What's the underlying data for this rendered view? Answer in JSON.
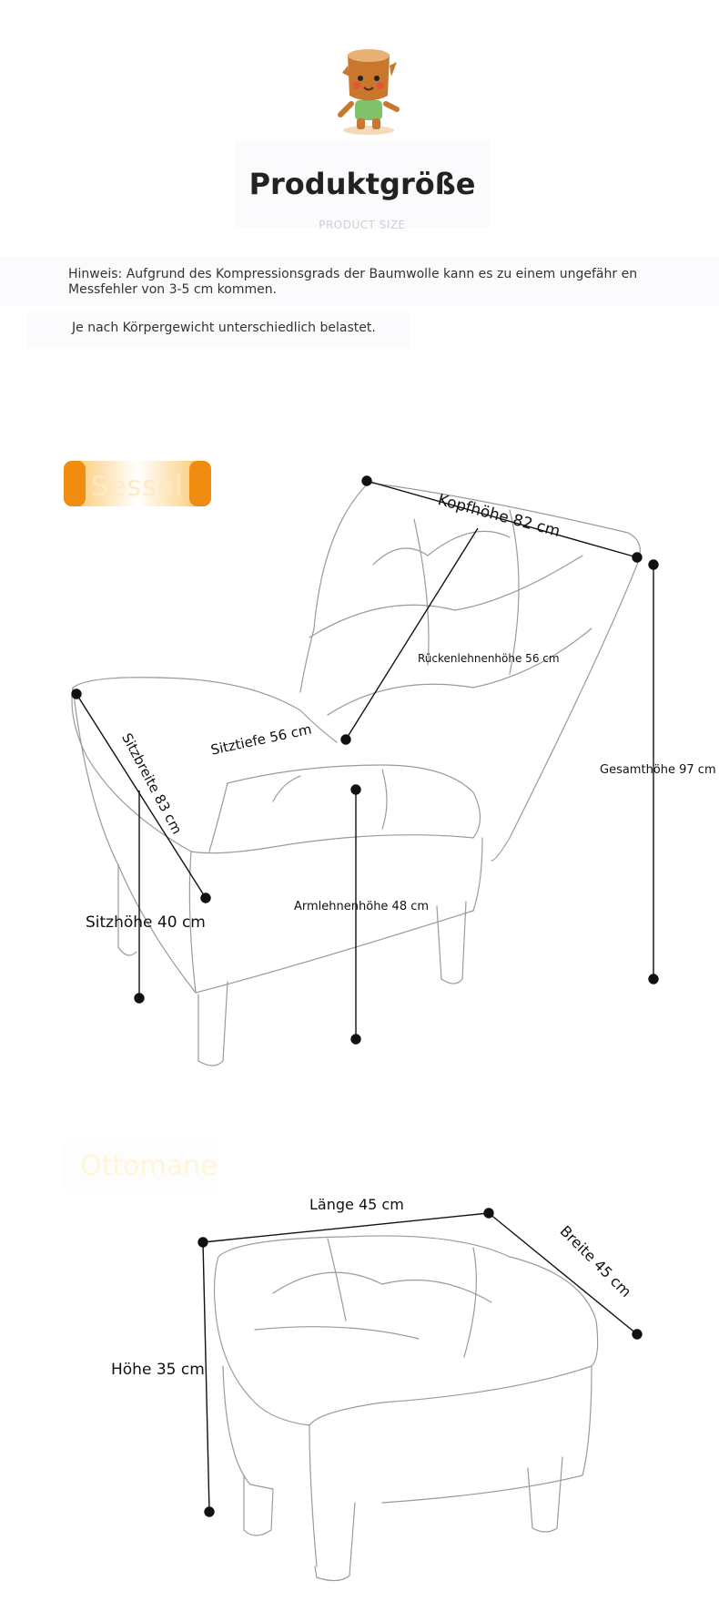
{
  "header": {
    "title": "Produktgröße",
    "subtitle": "PRODUCT SIZE"
  },
  "notes": {
    "line1": "Hinweis: Aufgrund des Kompressionsgrads der Baumwolle kann es zu einem ungefähr en Messfehler von 3-5 cm kommen.",
    "line2": "Je nach Körpergewicht unterschiedlich belastet."
  },
  "chair": {
    "tag": "Sessel",
    "kopfhoehe": "Kopfhöhe 82 cm",
    "rueckenlehnenhoehe": "Rückenlehnenhöhe 56 cm",
    "gesamthoehe": "Gesamthöhe 97 cm",
    "sitztiefe": "Sitztiefe 56 cm",
    "sitzbreite": "Sitzbreite 83 cm",
    "sitzhoehe": "Sitzhöhe 40 cm",
    "armlehnenhoehe": "Armlehnenhöhe 48 cm"
  },
  "ottoman": {
    "tag": "Ottomane",
    "laenge": "Länge 45 cm",
    "breite": "Breite 45 cm",
    "hoehe": "Höhe 35 cm"
  },
  "colors": {
    "accent_orange": "#f08c10",
    "tag_text": "#fde9c2",
    "line": "#111111",
    "sketch": "#9a9a9a"
  },
  "icons": {
    "mascot": "tree-stump-mascot-icon"
  }
}
